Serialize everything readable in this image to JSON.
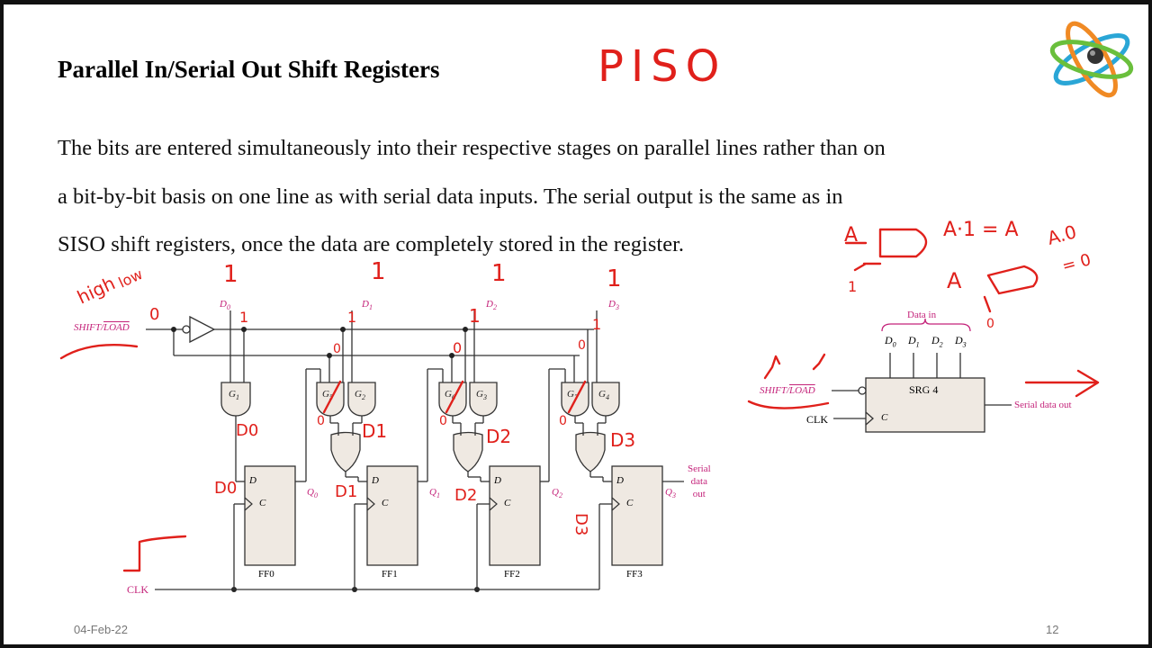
{
  "slide": {
    "title": "Parallel In/Serial Out Shift Registers",
    "paragraph_lines": [
      "The bits are entered simultaneously into their respective stages on parallel lines rather than on",
      "a bit-by-bit basis on one line as with serial data inputs. The serial output is the same as in",
      "SISO shift registers, once the data are completely stored in the register."
    ],
    "date": "04-Feb-22",
    "page_number": "12"
  },
  "circuit": {
    "shift_load_label": "SHIFT/LOAD",
    "shift_label": "SHIFT/",
    "load_label": "LOAD",
    "clk_label": "CLK",
    "data_inputs": [
      "D",
      "D",
      "D",
      "D"
    ],
    "data_subs": [
      "0",
      "1",
      "2",
      "3"
    ],
    "gates": [
      "G",
      "G",
      "G",
      "G",
      "G",
      "G",
      "G"
    ],
    "gate_subs": [
      "1",
      "5",
      "2",
      "6",
      "3",
      "7",
      "4"
    ],
    "flipflops": [
      "FF0",
      "FF1",
      "FF2",
      "FF3"
    ],
    "ff_d": "D",
    "ff_c": "C",
    "q_outputs": [
      "Q",
      "Q",
      "Q",
      "Q"
    ],
    "q_subs": [
      "0",
      "1",
      "2",
      "3"
    ],
    "serial_out": [
      "Serial",
      "data",
      "out"
    ]
  },
  "block_symbol": {
    "data_in_label": "Data in",
    "inputs": [
      "D",
      "D",
      "D",
      "D"
    ],
    "input_subs": [
      "0",
      "1",
      "2",
      "3"
    ],
    "name": "SRG 4",
    "shift_label": "SHIFT/",
    "load_label": "LOAD",
    "clk_label": "CLK",
    "c_label": "C",
    "serial_out_label": "Serial data out"
  },
  "annotations": {
    "piso": "PISO",
    "high": "high",
    "low": "low",
    "ones": [
      "1",
      "1",
      "1",
      "1"
    ],
    "zero_shift": "0",
    "small_ones": [
      "1",
      "1",
      "1",
      "1"
    ],
    "zeros": [
      "0",
      "0",
      "0",
      "0",
      "0",
      "0"
    ],
    "d_labels": [
      "D0",
      "D1",
      "D2",
      "D3"
    ],
    "ff_d_labels": [
      "D0",
      "D1",
      "D2",
      "D3"
    ],
    "and_note_1": "A·1 = A",
    "and_note_2": "A.0",
    "and_note_3": "= 0",
    "a_label": "A",
    "one": "1",
    "zero": "0"
  },
  "colors": {
    "diagram_label": "#c4237a",
    "annotation_ink": "#e0201b",
    "box_fill": "#efe9e2"
  }
}
